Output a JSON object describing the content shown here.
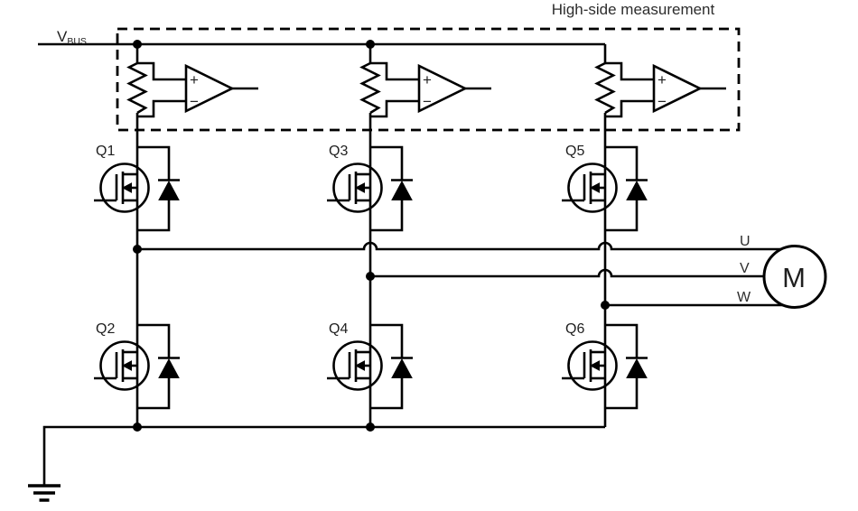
{
  "title": "High-side measurement",
  "bus": {
    "label": "V",
    "subscript": "BUS"
  },
  "amplifier": {
    "plus": "+",
    "minus": "−"
  },
  "transistors": {
    "q1": "Q1",
    "q2": "Q2",
    "q3": "Q3",
    "q4": "Q4",
    "q5": "Q5",
    "q6": "Q6"
  },
  "phases": {
    "u": "U",
    "v": "V",
    "w": "W"
  },
  "motor": {
    "label": "M"
  },
  "colors": {
    "wire": "#000000",
    "label_text": "#2d2d2d",
    "background": "#ffffff"
  }
}
